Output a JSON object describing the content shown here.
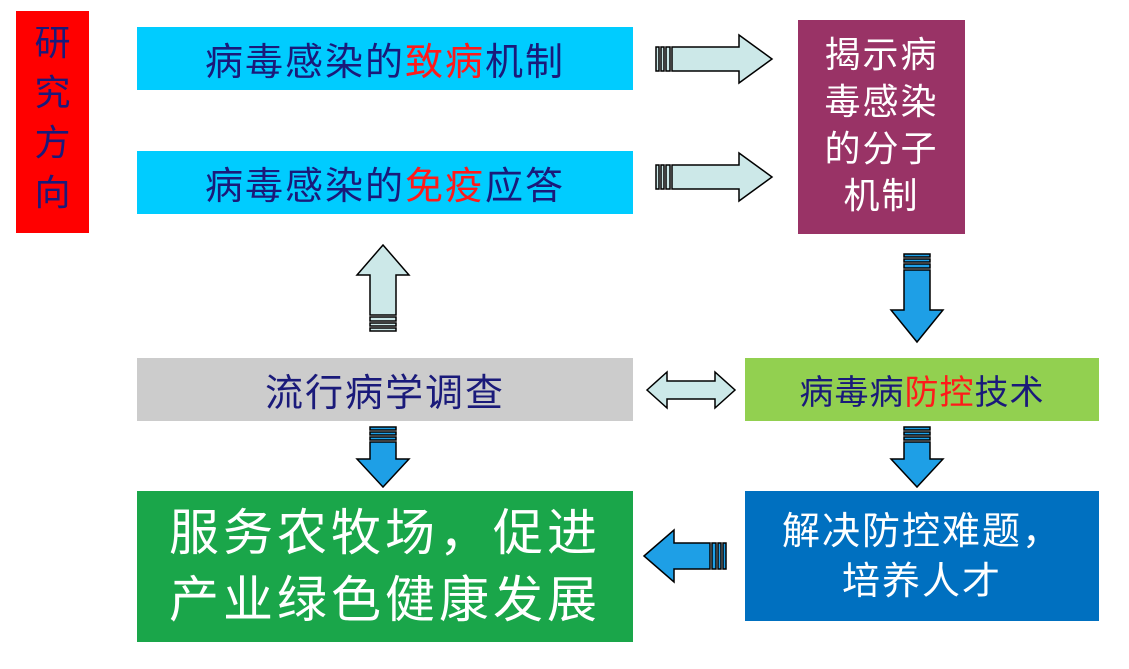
{
  "research": {
    "chars": [
      "研",
      "究",
      "方",
      "向"
    ]
  },
  "pathogenesis": {
    "prefix": "病毒感染的",
    "highlight": "致病",
    "suffix": "机制"
  },
  "immune": {
    "prefix": "病毒感染的",
    "highlight": "免疫",
    "suffix": "应答"
  },
  "molecular": {
    "lines": [
      "揭示病",
      "毒感染",
      "的分子",
      "机制"
    ]
  },
  "epidemiology": {
    "label": "流行病学调查"
  },
  "control": {
    "prefix": "病毒病",
    "highlight": "防控",
    "suffix": "技术"
  },
  "solve": {
    "lines": [
      "解决防控难题，",
      "培养人才"
    ]
  },
  "serve": {
    "lines": [
      "服务农牧场，促进",
      "产业绿色健康发展"
    ]
  },
  "colors": {
    "research": "#ff0000",
    "cyan_box": "#00ccff",
    "molecular_box": "#993366",
    "grey_box": "#cccccc",
    "green_box": "#92d050",
    "blue_box": "#0070c0",
    "dark_green_box": "#1aa64a",
    "light_arrow": "#cce8e8",
    "blue_arrow": "#1e9fe6"
  }
}
